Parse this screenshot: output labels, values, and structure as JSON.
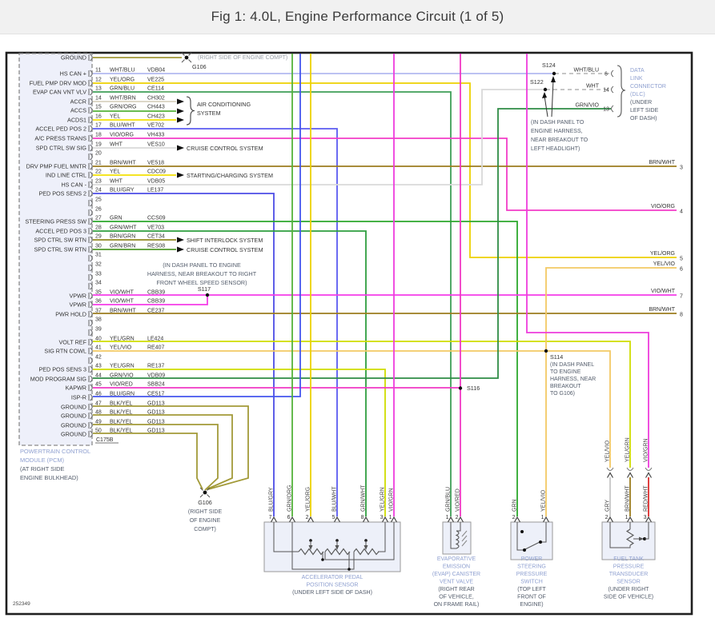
{
  "title": "Fig 1: 4.0L, Engine Performance Circuit (1 of 5)",
  "doc_number": "252349",
  "colors": {
    "WHT/BLU": "#b2baf0",
    "YEL/ORG": "#edd100",
    "GRN/BLU": "#3f9e57",
    "WHT/BRN": "#d8d2c0",
    "GRN/ORG": "#54b23a",
    "YEL": "#f2e005",
    "BLU/WHT": "#5b5bf0",
    "VIO/ORG": "#f23cc8",
    "WHT": "#d9d9d9",
    "BRN/WHT": "#9b7c1e",
    "BLU/GRY": "#4c4ce6",
    "GRN": "#2ca82c",
    "GRN/WHT": "#2f9e3f",
    "BRN/GRN": "#91881f",
    "GRN/BRN": "#50992b",
    "VIO/WHT": "#f53ce8",
    "YEL/GRN": "#cfdd00",
    "YEL/VIO": "#f3c964",
    "GRN/VIO": "#2f8c46",
    "VIO/RED": "#f038c4",
    "BLU/GRN": "#4455ee",
    "BLK/YEL": "#a29a38",
    "VIO/GRN": "#ee3cdc",
    "GRY": "#c6c6c6",
    "RED/WHT": "#dd2c2c",
    "label_blue": "#8fa0d0",
    "label_dark": "#535c6b",
    "text": "#333333"
  },
  "pcm": {
    "name": [
      "POWERTRAIN CONTROL",
      "MODULE (PCM)"
    ],
    "location": [
      "(AT RIGHT SIDE",
      "ENGINE BULKHEAD)"
    ],
    "connector": "C175B",
    "pins": [
      {
        "num": "",
        "label": "GROUND",
        "color": "",
        "circuit": ""
      },
      {
        "num": "11",
        "label": "HS CAN +",
        "color": "WHT/BLU",
        "circuit": "VDB04"
      },
      {
        "num": "12",
        "label": "FUEL PMP DRV MOD",
        "color": "YEL/ORG",
        "circuit": "VE225"
      },
      {
        "num": "13",
        "label": "EVAP CAN VNT VLV",
        "color": "GRN/BLU",
        "circuit": "CE114"
      },
      {
        "num": "14",
        "label": "ACCR",
        "color": "WHT/BRN",
        "circuit": "CH302"
      },
      {
        "num": "15",
        "label": "ACCS",
        "color": "GRN/ORG",
        "circuit": "CH443"
      },
      {
        "num": "16",
        "label": "ACDS1",
        "color": "YEL",
        "circuit": "CH423"
      },
      {
        "num": "17",
        "label": "ACCEL PED POS 2",
        "color": "BLU/WHT",
        "circuit": "VE702"
      },
      {
        "num": "18",
        "label": "A/C PRESS TRANS",
        "color": "VIO/ORG",
        "circuit": "VH433"
      },
      {
        "num": "19",
        "label": "SPD CTRL SW SIG",
        "color": "WHT",
        "circuit": "VES10"
      },
      {
        "num": "20",
        "label": "",
        "color": "",
        "circuit": ""
      },
      {
        "num": "21",
        "label": "DRV PMP FUEL MNTR",
        "color": "BRN/WHT",
        "circuit": "VE518"
      },
      {
        "num": "22",
        "label": "IND LINE CTRL",
        "color": "YEL",
        "circuit": "CDC09"
      },
      {
        "num": "23",
        "label": "HS CAN -",
        "color": "WHT",
        "circuit": "VDB05"
      },
      {
        "num": "24",
        "label": "PED POS SENS 2",
        "color": "BLU/GRY",
        "circuit": "LE137"
      },
      {
        "num": "25",
        "label": "",
        "color": "",
        "circuit": ""
      },
      {
        "num": "26",
        "label": "",
        "color": "",
        "circuit": ""
      },
      {
        "num": "27",
        "label": "STEERING PRESS SW",
        "color": "GRN",
        "circuit": "CCS09"
      },
      {
        "num": "28",
        "label": "ACCEL PED POS 3",
        "color": "GRN/WHT",
        "circuit": "VE703"
      },
      {
        "num": "29",
        "label": "SPD CTRL SW RTN",
        "color": "BRN/GRN",
        "circuit": "CET34"
      },
      {
        "num": "30",
        "label": "SPD CTRL SW RTN",
        "color": "GRN/BRN",
        "circuit": "RES08"
      },
      {
        "num": "31",
        "label": "",
        "color": "",
        "circuit": ""
      },
      {
        "num": "32",
        "label": "",
        "color": "",
        "circuit": ""
      },
      {
        "num": "33",
        "label": "",
        "color": "",
        "circuit": ""
      },
      {
        "num": "34",
        "label": "",
        "color": "",
        "circuit": ""
      },
      {
        "num": "35",
        "label": "VPWR",
        "color": "VIO/WHT",
        "circuit": "CBB39"
      },
      {
        "num": "36",
        "label": "VPWR",
        "color": "VIO/WHT",
        "circuit": "CBB39"
      },
      {
        "num": "37",
        "label": "PWR HOLD",
        "color": "BRN/WHT",
        "circuit": "CE237"
      },
      {
        "num": "38",
        "label": "",
        "color": "",
        "circuit": ""
      },
      {
        "num": "39",
        "label": "",
        "color": "",
        "circuit": ""
      },
      {
        "num": "40",
        "label": "VOLT REF",
        "color": "YEL/GRN",
        "circuit": "LE424"
      },
      {
        "num": "41",
        "label": "SIG RTN COWL",
        "color": "YEL/VIO",
        "circuit": "RE407"
      },
      {
        "num": "42",
        "label": "",
        "color": "",
        "circuit": ""
      },
      {
        "num": "43",
        "label": "PED POS SENS 3",
        "color": "YEL/GRN",
        "circuit": "RE137"
      },
      {
        "num": "44",
        "label": "MOD PROGRAM SIG",
        "color": "GRN/VIO",
        "circuit": "VDB09"
      },
      {
        "num": "45",
        "label": "KAPWR",
        "color": "VIO/RED",
        "circuit": "SBB24"
      },
      {
        "num": "46",
        "label": "ISP-R",
        "color": "BLU/GRN",
        "circuit": "CE517"
      },
      {
        "num": "47",
        "label": "GROUND",
        "color": "BLK/YEL",
        "circuit": "GD113"
      },
      {
        "num": "48",
        "label": "GROUND",
        "color": "BLK/YEL",
        "circuit": "GD113"
      },
      {
        "num": "49",
        "label": "GROUND",
        "color": "BLK/YEL",
        "circuit": "GD113"
      },
      {
        "num": "50",
        "label": "GROUND",
        "color": "BLK/YEL",
        "circuit": "GD113"
      }
    ]
  },
  "branch_systems": {
    "air_conditioning": [
      "AIR CONDITIONING",
      "SYSTEM"
    ],
    "cruise_control": "CRUISE CONTROL SYSTEM",
    "starting_charging": "STARTING/CHARGING SYSTEM",
    "shift_interlock": "SHIFT INTERLOCK SYSTEM"
  },
  "splices": {
    "s117": {
      "id": "S117",
      "note": [
        "(IN DASH PANEL TO ENGINE",
        "HARNESS, NEAR BREAKOUT TO RIGHT",
        "FRONT WHEEL SPEED SENSOR)"
      ]
    },
    "s114": {
      "id": "S114",
      "note": [
        "(IN DASH PANEL",
        "TO ENGINE",
        "HARNESS, NEAR",
        "BREAKOUT",
        "TO G106)"
      ]
    },
    "s116": {
      "id": "S116"
    },
    "s122": {
      "id": "S122"
    },
    "s124": {
      "id": "S124"
    },
    "headlight_note": [
      "(IN DASH PANEL TO",
      "ENGINE HARNESS,",
      "NEAR BREAKOUT TO",
      "LEFT HEADLIGHT)"
    ]
  },
  "grounds": {
    "top": {
      "id": "G106",
      "note": "(RIGHT SIDE OF ENGINE COMPT)"
    },
    "bottom": {
      "id": "G106",
      "note": [
        "(RIGHT SIDE",
        "OF ENGINE",
        "COMPT)"
      ]
    }
  },
  "dlc": {
    "rows": [
      {
        "color": "WHT/BLU",
        "pin": "6"
      },
      {
        "color": "WHT",
        "pin": "14"
      },
      {
        "color": "GRN/VIO",
        "pin": "13"
      }
    ],
    "name": [
      "DATA",
      "LINK",
      "CONNECTOR",
      "(DLC)"
    ],
    "location": [
      "(UNDER",
      "LEFT SIDE",
      "OF DASH)"
    ]
  },
  "right_exits": [
    {
      "color": "BRN/WHT",
      "num": "3"
    },
    {
      "color": "VIO/ORG",
      "num": "4"
    },
    {
      "color": "YEL/ORG",
      "num": "5"
    },
    {
      "color": "YEL/VIO",
      "num": "6"
    },
    {
      "color": "VIO/WHT",
      "num": "7"
    },
    {
      "color": "BRN/WHT",
      "num": "8"
    }
  ],
  "components": {
    "app": {
      "name": [
        "ACCELERATOR PEDAL",
        "POSITION SENSOR"
      ],
      "location": [
        "(UNDER LEFT SIDE OF DASH)"
      ],
      "pins": [
        {
          "num": "7",
          "color": "BLU/GRY"
        },
        {
          "num": "6",
          "color": "GRN/ORG"
        },
        {
          "num": "2",
          "color": "YEL/ORG"
        },
        {
          "num": "5",
          "color": "BLU/WHT"
        },
        {
          "num": "8",
          "color": "GRN/WHT"
        },
        {
          "num": "3",
          "color": "YEL/GRN"
        },
        {
          "num": "1",
          "color": "VIO/GRN"
        }
      ]
    },
    "evap": {
      "name": [
        "EVAPORATIVE",
        "EMISSION",
        "(EVAP) CANISTER",
        "VENT VALVE"
      ],
      "location": [
        "(RIGHT REAR",
        "OF VEHICLE,",
        "ON FRAME RAIL)"
      ],
      "pins": [
        {
          "num": "1",
          "color": "GRN/BLU"
        },
        {
          "num": "2",
          "color": "VIO/RED"
        }
      ]
    },
    "ps": {
      "name": [
        "POWER",
        "STEERING",
        "PRESSURE",
        "SWITCH"
      ],
      "location": [
        "(TOP LEFT",
        "FRONT OF",
        "ENGINE)"
      ],
      "pins": [
        {
          "num": "2",
          "color": "GRN"
        },
        {
          "num": "1",
          "color": "YEL/VIO"
        }
      ]
    },
    "ftp": {
      "name": [
        "FUEL TANK",
        "PRESSURE",
        "TRANSDUCER",
        "SENSOR"
      ],
      "location": [
        "(UNDER RIGHT",
        "SIDE OF VEHICLE)"
      ],
      "pins": [
        {
          "num": "2",
          "color": "GRY",
          "upper": "YEL/VIO"
        },
        {
          "num": "1",
          "color": "BRN/WHT",
          "upper": "YEL/GRN"
        },
        {
          "num": "3",
          "color": "RED/WHT",
          "upper": "VIO/GRN"
        }
      ]
    }
  }
}
